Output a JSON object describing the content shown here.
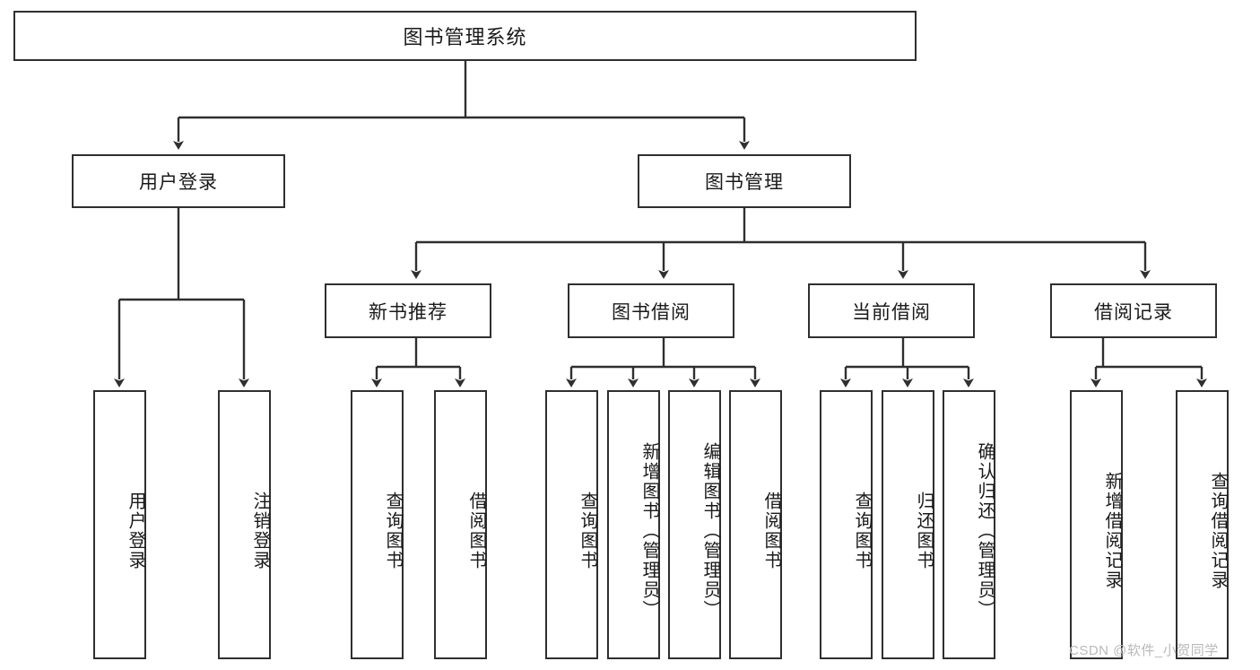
{
  "diagram": {
    "title": "图书管理系统",
    "type": "hierarchy-tree",
    "watermark": "CSDN @软件_小贺同学",
    "colors": {
      "stroke": "#2f2f2f",
      "fill": "#ffffff",
      "text": "#1a1a1a",
      "watermark": "#b9b9b9"
    },
    "levels": {
      "root": {
        "label": "图书管理系统"
      },
      "level2": [
        {
          "label": "用户登录"
        },
        {
          "label": "图书管理"
        }
      ],
      "level3": [
        {
          "label": "新书推荐"
        },
        {
          "label": "图书借阅"
        },
        {
          "label": "当前借阅"
        },
        {
          "label": "借阅记录"
        }
      ]
    },
    "leaves": {
      "user_login": [
        {
          "label": "用户登录"
        },
        {
          "label": "注销登录"
        }
      ],
      "new_book_recommend": [
        {
          "label": "查询图书"
        },
        {
          "label": "借阅图书"
        }
      ],
      "book_borrow": [
        {
          "label": "查询图书"
        },
        {
          "label": "新增图书（管理员）"
        },
        {
          "label": "编辑图书（管理员）"
        },
        {
          "label": "借阅图书"
        }
      ],
      "current_borrow": [
        {
          "label": "查询图书"
        },
        {
          "label": "归还图书"
        },
        {
          "label": "确认归还（管理员）"
        }
      ],
      "borrow_record": [
        {
          "label": "新增借阅记录"
        },
        {
          "label": "查询借阅记录"
        }
      ]
    }
  }
}
